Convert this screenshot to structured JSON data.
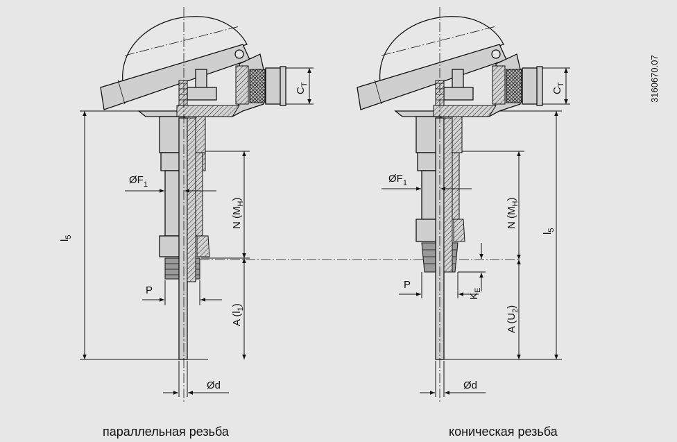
{
  "drawing_code": "3160670.07",
  "left_view": {
    "caption": "параллельная резьба",
    "labels": {
      "diameter_f1": "ØF",
      "diameter_f1_sub": "1",
      "length_l5": "l",
      "length_l5_sub": "5",
      "neck_length": "N (M",
      "neck_length_sub": "H",
      "neck_length_end": ")",
      "insertion_length": "A (l",
      "insertion_length_sub": "1",
      "insertion_length_end": ")",
      "thread": "P",
      "cable_entry": "C",
      "cable_entry_sub": "T",
      "stem_diameter": "Ød"
    }
  },
  "right_view": {
    "caption": "коническая резьба",
    "labels": {
      "diameter_f1": "ØF",
      "diameter_f1_sub": "1",
      "length_l5": "l",
      "length_l5_sub": "5",
      "neck_length": "N (M",
      "neck_length_sub": "H",
      "neck_length_end": ")",
      "insertion_length": "A (U",
      "insertion_length_sub": "2",
      "insertion_length_end": ")",
      "thread": "P",
      "thread_engagement": "K",
      "thread_engagement_sub": "E",
      "cable_entry": "C",
      "cable_entry_sub": "T",
      "stem_diameter": "Ød"
    }
  }
}
